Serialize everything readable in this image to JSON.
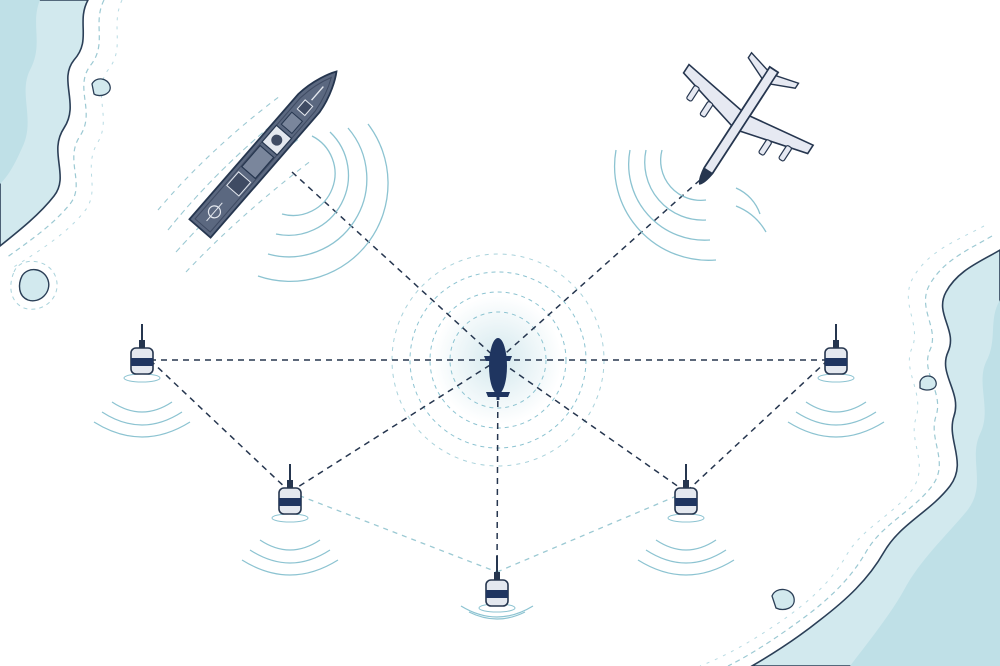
{
  "scene": {
    "background": "#ffffff",
    "palette": {
      "water": "#d2e9ee",
      "coast": "#2b3f57",
      "navy": "#1f3560",
      "ink": "#26364f",
      "ship_deck": "#5b6880",
      "ship_dark": "#3f4b63",
      "plane_body": "#e6e9f2",
      "wave": "#8cc3d1",
      "link": "#26364f",
      "link_light": "#9bc9d3",
      "buoy_top": "#e4e8ef",
      "buoy_band": "#1f3560"
    },
    "nodes": [
      {
        "id": "submarine",
        "kind": "submarine",
        "icon": "submarine-icon"
      },
      {
        "id": "ship",
        "kind": "surface-ship",
        "icon": "ship-icon"
      },
      {
        "id": "aircraft",
        "kind": "patrol-aircraft",
        "icon": "aircraft-icon"
      },
      {
        "id": "buoy-west",
        "kind": "sonobuoy",
        "icon": "buoy-icon"
      },
      {
        "id": "buoy-east",
        "kind": "sonobuoy",
        "icon": "buoy-icon"
      },
      {
        "id": "buoy-southwest",
        "kind": "sonobuoy",
        "icon": "buoy-icon"
      },
      {
        "id": "buoy-south",
        "kind": "sonobuoy",
        "icon": "buoy-icon"
      },
      {
        "id": "buoy-southeast",
        "kind": "sonobuoy",
        "icon": "buoy-icon"
      }
    ],
    "links": [
      {
        "from": "ship",
        "to": "submarine",
        "style": "dashed-dark"
      },
      {
        "from": "aircraft",
        "to": "submarine",
        "style": "dashed-dark"
      },
      {
        "from": "buoy-west",
        "to": "submarine",
        "style": "dashed-dark"
      },
      {
        "from": "buoy-east",
        "to": "submarine",
        "style": "dashed-dark"
      },
      {
        "from": "buoy-southwest",
        "to": "submarine",
        "style": "dashed-dark"
      },
      {
        "from": "buoy-south",
        "to": "submarine",
        "style": "dashed-dark"
      },
      {
        "from": "buoy-southeast",
        "to": "submarine",
        "style": "dashed-dark"
      },
      {
        "from": "buoy-west",
        "to": "buoy-southwest",
        "style": "dashed-dark"
      },
      {
        "from": "buoy-east",
        "to": "buoy-southeast",
        "style": "dashed-dark"
      },
      {
        "from": "buoy-southwest",
        "to": "buoy-south",
        "style": "dashed-light"
      },
      {
        "from": "buoy-south",
        "to": "buoy-southeast",
        "style": "dashed-light"
      }
    ]
  }
}
